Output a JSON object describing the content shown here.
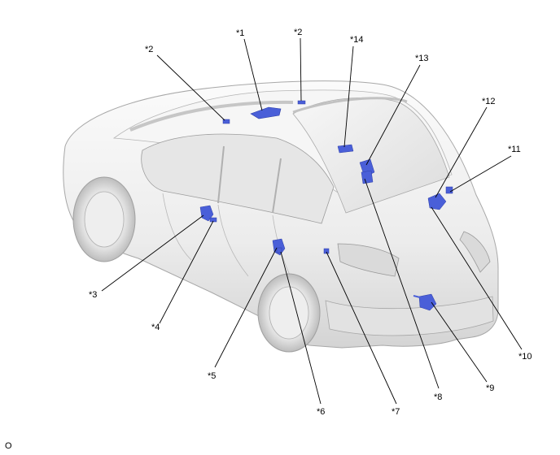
{
  "callouts": {
    "c1": "*1",
    "c2a": "*2",
    "c2b": "*2",
    "c3": "*3",
    "c4": "*4",
    "c5": "*5",
    "c6": "*6",
    "c7": "*7",
    "c8": "*8",
    "c9": "*9",
    "c10": "*10",
    "c11": "*11",
    "c12": "*12",
    "c13": "*13",
    "c14": "*14"
  },
  "corner_mark": "O",
  "colors": {
    "component_blue": "#4a5fd8",
    "body_light": "#f2f2f2",
    "body_shade": "#c9c9c9",
    "outline": "#9a9a9a"
  }
}
